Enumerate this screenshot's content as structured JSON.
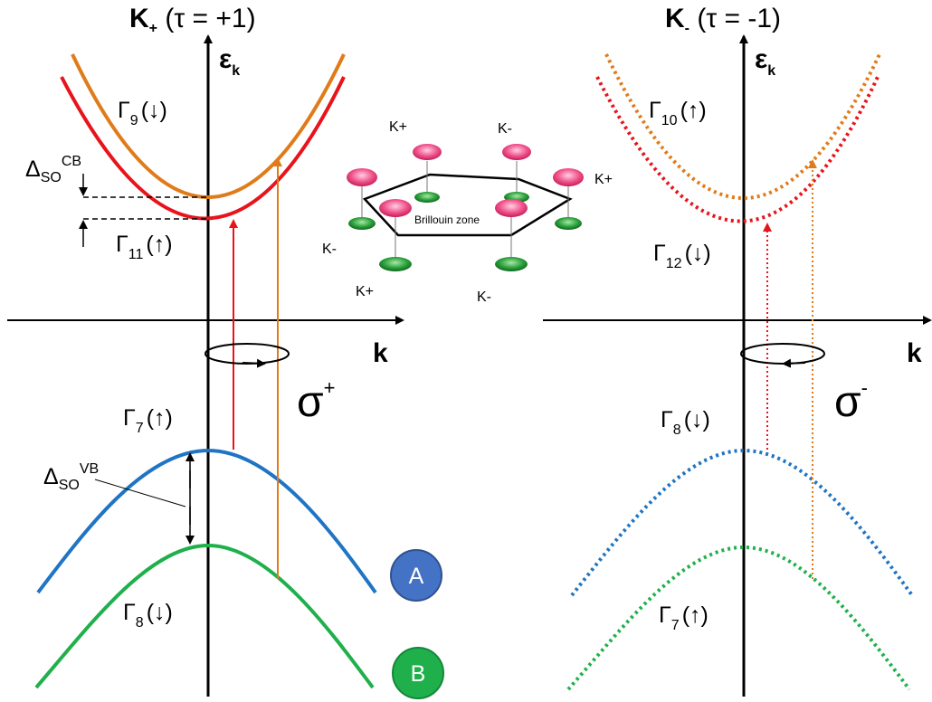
{
  "colors": {
    "upper_band_cb": "#e07b1a",
    "lower_band_cb": "#e8141b",
    "upper_band_vb": "#1f74c4",
    "lower_band_vb": "#1fb04b",
    "valley_a_circle": "#4472c4",
    "valley_b_circle": "#1fb04b",
    "k_plus_site": "#e8467a",
    "k_minus_site": "#1f9a3c"
  },
  "left_panel": {
    "title_main": "K",
    "title_sub": "+",
    "title_rest": " (τ = +1)",
    "energy_axis_main": "ε",
    "energy_axis_sub": "k",
    "momentum_axis": "k",
    "polarization_main": "σ",
    "polarization_sup": "+",
    "cb_upper": {
      "gamma": "Γ",
      "index": "9",
      "spin": "(↓)"
    },
    "cb_lower": {
      "gamma": "Γ",
      "index": "11",
      "spin": "(↑)"
    },
    "vb_upper": {
      "gamma": "Γ",
      "index": "7",
      "spin": "(↑)"
    },
    "vb_lower": {
      "gamma": "Γ",
      "index": "8",
      "spin": "(↓)"
    },
    "delta_cb": {
      "main": "Δ",
      "sub": "SO",
      "sup": "CB"
    },
    "delta_vb": {
      "main": "Δ",
      "sub": "SO",
      "sup": "VB"
    }
  },
  "right_panel": {
    "title_main": "K",
    "title_sub": "-",
    "title_rest": " (τ = -1)",
    "energy_axis_main": "ε",
    "energy_axis_sub": "k",
    "momentum_axis": "k",
    "polarization_main": "σ",
    "polarization_sup": "-",
    "cb_upper": {
      "gamma": "Γ",
      "index": "10",
      "spin": "(↑)"
    },
    "cb_lower": {
      "gamma": "Γ",
      "index": "12",
      "spin": "(↓)"
    },
    "vb_upper": {
      "gamma": "Γ",
      "index": "8",
      "spin": "(↓)"
    },
    "vb_lower": {
      "gamma": "Γ",
      "index": "7",
      "spin": "(↑)"
    }
  },
  "brillouin": {
    "zone_label": "Brillouin zone",
    "labels": [
      "K+",
      "K-",
      "K+",
      "K-",
      "K+",
      "K-"
    ]
  },
  "exciton_labels": {
    "a": "A",
    "b": "B"
  }
}
